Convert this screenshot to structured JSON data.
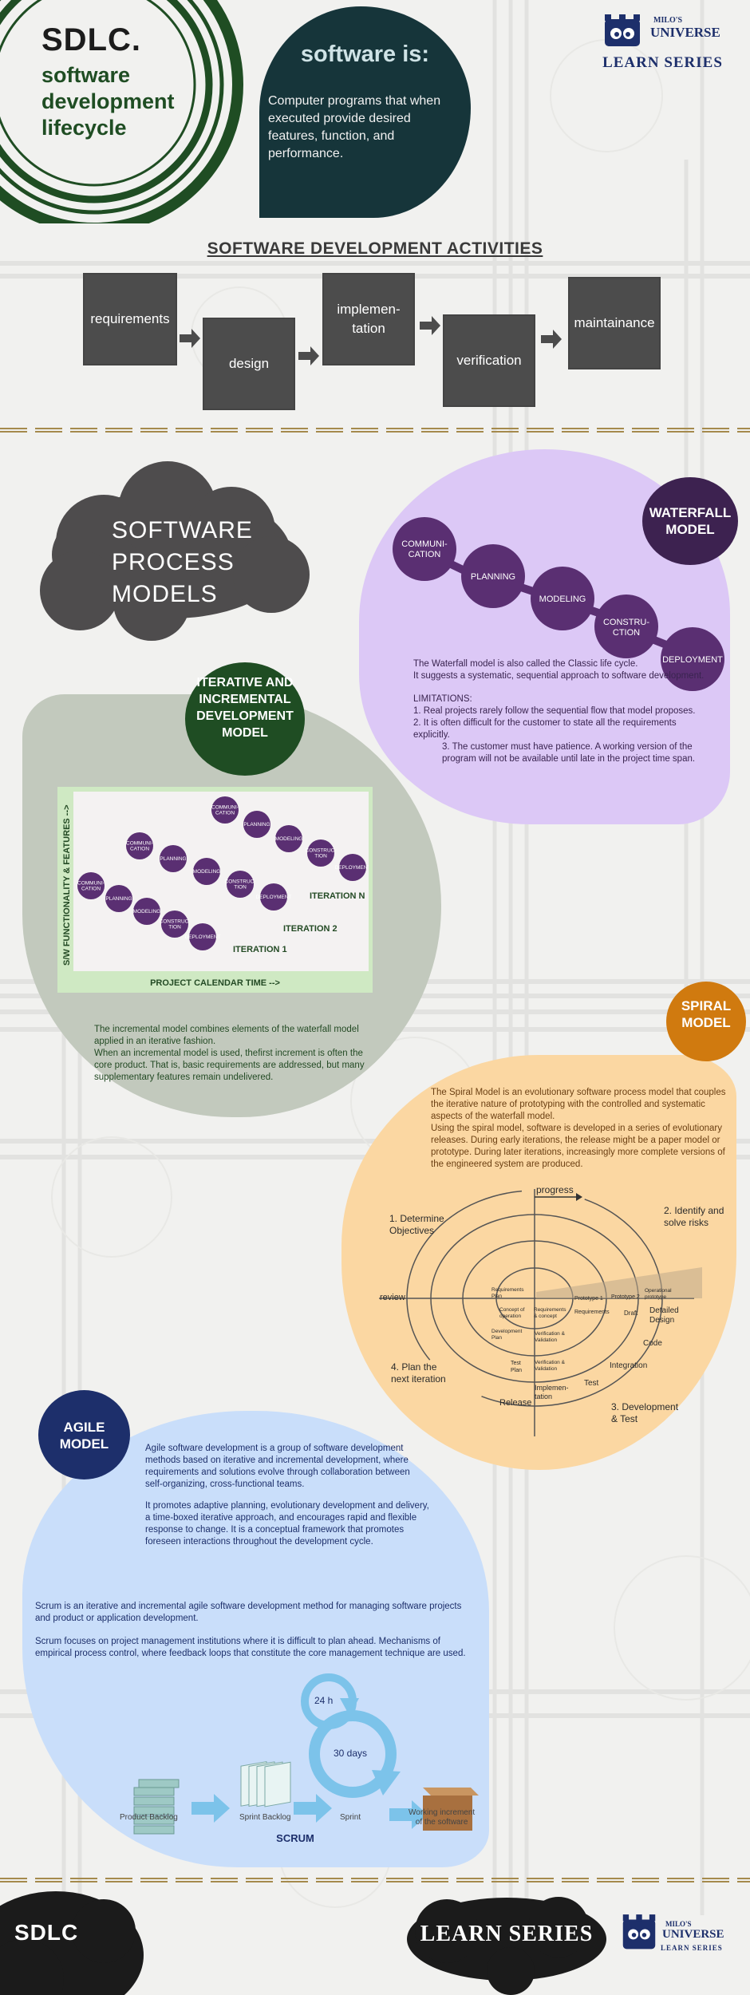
{
  "header": {
    "title": "SDLC.",
    "subtitle_lines": [
      "software",
      "development",
      "lifecycle"
    ],
    "software_is_title": "software is:",
    "software_is_text": "Computer programs that when executed provide desired features, function, and performance.",
    "brand_small": "MILO'S",
    "brand_big": "UNIVERSE",
    "brand_series": "LEARN SERIES"
  },
  "activities": {
    "title": "SOFTWARE DEVELOPMENT ACTIVITIES",
    "steps": [
      "requirements",
      "design",
      "implemen-\ntation",
      "verification",
      "maintainance"
    ]
  },
  "process_models": {
    "title_lines": [
      "SOFTWARE",
      "PROCESS",
      "MODELS"
    ]
  },
  "waterfall": {
    "badge_lines": [
      "WATERFALL",
      "MODEL"
    ],
    "stages": [
      "COMMUNI-\nCATION",
      "PLANNING",
      "MODELING",
      "CONSTRU-\nCTION",
      "DEPLOYMENT"
    ],
    "intro": "The Waterfall model is also called the Classic life cycle.",
    "intro2": "It suggests a systematic, sequential approach to software development.",
    "limitations_title": "LIMITATIONS:",
    "limitations": [
      "1. Real projects rarely follow the sequential flow that model proposes.",
      "2. It is often difficult for the customer to state all the requirements explicitly.",
      "3. The customer must have patience. A working version of the program will not be available until late in the project time span."
    ]
  },
  "iterative": {
    "badge_lines": [
      "ITERATIVE AND",
      "INCREMENTAL",
      "DEVELOPMENT",
      "MODEL"
    ],
    "y_axis": "S/W FUNCTIONALITY & FEATURES -->",
    "x_axis": "PROJECT CALENDAR TIME -->",
    "iteration_labels": [
      "ITERATION 1",
      "ITERATION 2",
      "ITERATION N"
    ],
    "stage_names": [
      "COMMUNI-\nCATION",
      "PLANNING",
      "MODELING",
      "CONSTRUC-\nTION",
      "DEPLOYMENT"
    ],
    "text1": "The incremental model combines elements of the waterfall model applied in an iterative fashion.",
    "text2": "When an incremental model is used, thefirst increment is often the core product. That is, basic requirements are addressed, but many supplementary features remain undelivered."
  },
  "spiral": {
    "badge_lines": [
      "SPIRAL",
      "MODEL"
    ],
    "text1": "The Spiral Model is an evolutionary software process model that couples the iterative nature of prototyping with the controlled and systematic aspects of the waterfall model.",
    "text2": "Using the spiral model, software is developed in a series of evolutionary releases. During early iterations, the release might be a paper model or prototype. During later iterations, increasingly more complete versions of the engineered system are produced.",
    "quadrants": [
      "1. Determine\nObjectives",
      "2. Identify and\nsolve risks",
      "3. Development\n& Test",
      "4. Plan the\nnext iteration"
    ],
    "labels": {
      "progress": "progress",
      "review": "review",
      "release": "Release",
      "req_plan": "Requirements\nPlan",
      "concept": "Concept of\noperation",
      "req_concept": "Requirements\n& concept",
      "proto1": "Prototype 1",
      "proto2": "Prototype 2",
      "op_proto": "Operational\nprototype",
      "requirements": "Requirements",
      "draft": "Draft",
      "detailed": "Detailed\nDesign",
      "code": "Code",
      "dev_plan": "Development\nPlan",
      "vv1": "Verification &\nValidation",
      "test_plan": "Test\nPlan",
      "vv2": "Verification &\nValidation",
      "integration": "Integration",
      "test": "Test",
      "implementation": "Implemen-\ntation"
    }
  },
  "agile": {
    "badge_lines": [
      "AGILE",
      "MODEL"
    ],
    "text1": "Agile software development is a group of software development methods based on iterative and incremental development, where requirements and solutions evolve through collaboration between self-organizing, cross-functional teams.",
    "text2": "It promotes adaptive planning, evolutionary development and delivery, a time-boxed iterative approach, and encourages rapid and flexible response to change. It is a conceptual framework that promotes foreseen interactions throughout the development cycle.",
    "text3": "Scrum is an iterative and incremental agile software development method for managing software projects and product or application development.",
    "text4": "Scrum focuses on project management institutions where it is difficult to plan ahead. Mechanisms of empirical process control, where feedback loops that constitute the core management technique are used.",
    "scrum": {
      "h24": "24 h",
      "d30": "30 days",
      "product_backlog": "Product Backlog",
      "sprint_backlog": "Sprint Backlog",
      "sprint": "Sprint",
      "increment": "Working increment\nof the software",
      "title": "SCRUM"
    }
  },
  "footer": {
    "left": "SDLC",
    "center": "LEARN SERIES",
    "brand_small": "MILO'S",
    "brand_big": "UNIVERSE",
    "brand_series": "LEARN SERIES"
  },
  "colors": {
    "teal_dark": "#16353a",
    "green_dark": "#1f4d23",
    "purple": "#dcc8f6",
    "purple_dark": "#3d2250",
    "sage": "#c2c9bd",
    "orange": "#fbd7a2",
    "orange_dark": "#d07a0f",
    "blue": "#c9defa",
    "navy": "#1d2f6b"
  }
}
